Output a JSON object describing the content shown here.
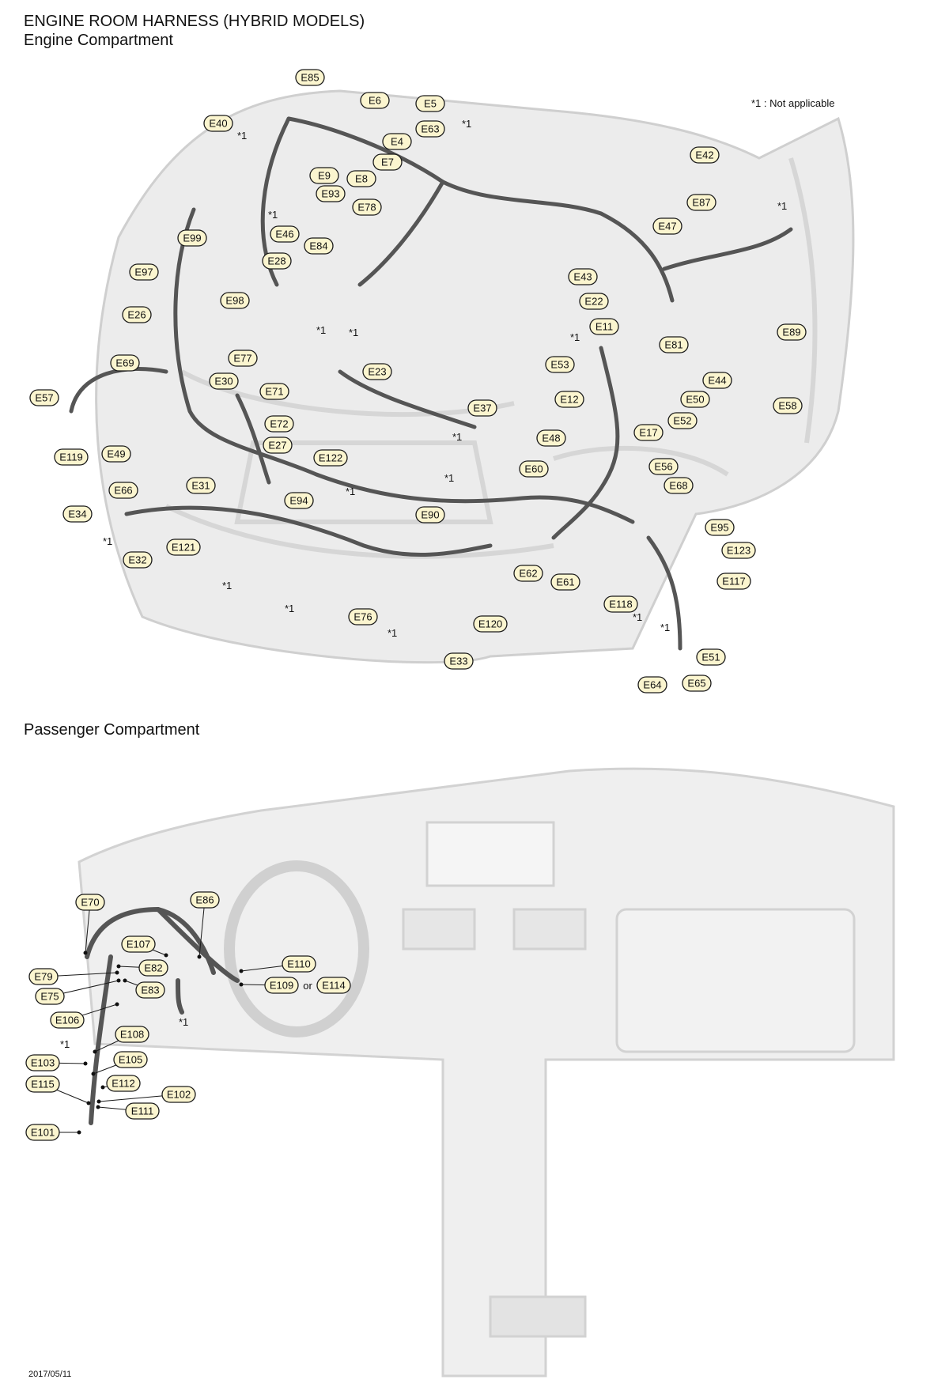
{
  "header": {
    "title": "ENGINE ROOM HARNESS (HYBRID MODELS)",
    "engine_section": "Engine Compartment",
    "passenger_section": "Passenger Compartment"
  },
  "note": "*1 : Not applicable",
  "footer_date": "2017/05/11",
  "or_word": "or",
  "star_mark": "*1",
  "colors": {
    "callout_fill": "#fbf5cf",
    "outline": "#1a1a1a",
    "body_gray": "#dcdcdc",
    "harness": "#555555"
  },
  "engine_connectors": [
    "E85",
    "E6",
    "E5",
    "E40",
    "E63",
    "E4",
    "E7",
    "E9",
    "E8",
    "E93",
    "E78",
    "E46",
    "E84",
    "E99",
    "E28",
    "E97",
    "E98",
    "E26",
    "E69",
    "E77",
    "E30",
    "E71",
    "E72",
    "E27",
    "E57",
    "E119",
    "E49",
    "E66",
    "E34",
    "E31",
    "E32",
    "E121",
    "E94",
    "E122",
    "E23",
    "E37",
    "E90",
    "E76",
    "E120",
    "E33",
    "E42",
    "E87",
    "E47",
    "E43",
    "E22",
    "E81",
    "E89",
    "E11",
    "E53",
    "E44",
    "E50",
    "E12",
    "E52",
    "E17",
    "E48",
    "E56",
    "E60",
    "E68",
    "E58",
    "E95",
    "E123",
    "E62",
    "E61",
    "E117",
    "E118",
    "E51",
    "E64",
    "E65"
  ],
  "passenger_connectors": [
    "E70",
    "E86",
    "E107",
    "E82",
    "E79",
    "E75",
    "E83",
    "E110",
    "E109",
    "E114",
    "E106",
    "E108",
    "E105",
    "E103",
    "E115",
    "E112",
    "E102",
    "E111",
    "E101"
  ]
}
